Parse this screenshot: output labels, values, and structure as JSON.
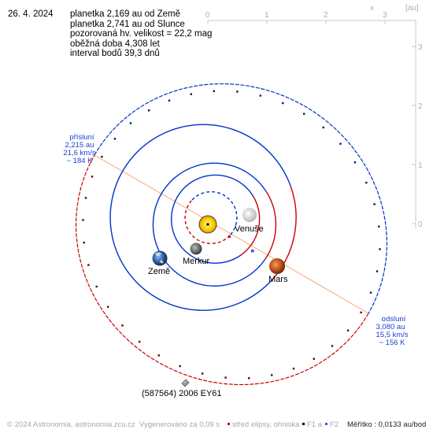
{
  "header": {
    "date": "26. 4. 2024",
    "lines": [
      "planetka 2,169 au od Země",
      "planetka 2,741 au od Slunce",
      "pozorovaná hv. velikost = 22,2 mag",
      "oběžná doba 4,308 let",
      "interval bodů 39,3 dnů"
    ]
  },
  "axes": {
    "x_label": "x",
    "unit_label": "[au]",
    "x_ticks": [
      "0",
      "1",
      "2",
      "3"
    ],
    "y_ticks": [
      "3",
      "2",
      "1",
      "0"
    ]
  },
  "labels": {
    "venus": "Venuše",
    "mercury": "Merkur",
    "earth": "Země",
    "mars": "Mars",
    "asteroid": "(587564) 2006 EY61"
  },
  "perihelion": [
    "přísluní",
    "2,215 au",
    "21,6 km/s",
    "~ 184 K"
  ],
  "aphelion": [
    "odsluní",
    "3,080 au",
    "15,5 km/s",
    "~ 156 K"
  ],
  "footer": {
    "copyright": "© 2024 Astronomia, astronomia.zcu.cz",
    "generated": "Vygenerováno za 0,09 s",
    "legend_center": "střed elipsy, ohniska",
    "legend_f1": "F1 a",
    "legend_f2": "F2",
    "scale": "Měřítko : 0,0133 au/bod"
  },
  "colors": {
    "orbit_blue": "#0033cc",
    "orbit_red": "#cc0000",
    "apse_line": "#f4a880",
    "sun": "#ffcc00",
    "axis_gray": "#c0c0c0",
    "label_blue": "#1a3fd6"
  }
}
